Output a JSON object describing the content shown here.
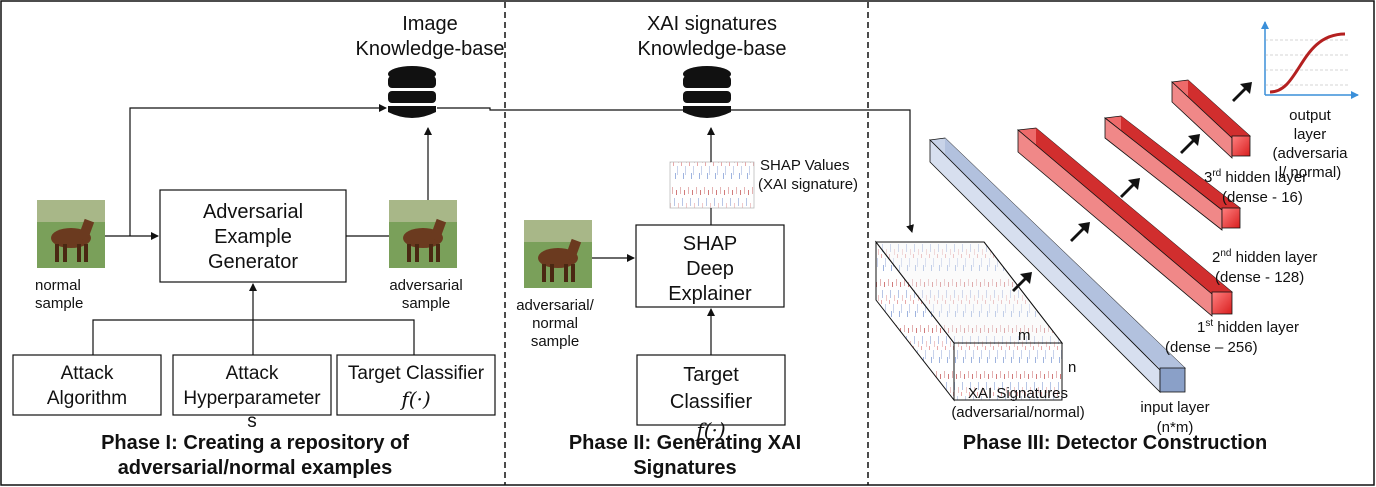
{
  "phase1": {
    "knowledge_base_title": [
      "Image",
      "Knowledge-base"
    ],
    "generator_label": [
      "Adversarial",
      "Example",
      "Generator"
    ],
    "normal_sample_label": [
      "normal",
      "sample"
    ],
    "adversarial_sample_label": [
      "adversarial",
      "sample"
    ],
    "attack_algorithm_label": [
      "Attack",
      "Algorithm"
    ],
    "attack_hyperparameters_label": [
      "Attack",
      "Hyperparameter",
      "s"
    ],
    "target_classifier_label": "Target Classifier",
    "target_classifier_math": "f(·)",
    "phase_title": [
      "Phase I: Creating a repository of",
      "adversarial/normal examples"
    ]
  },
  "phase2": {
    "knowledge_base_title": [
      "XAI signatures",
      "Knowledge-base"
    ],
    "shap_values_label": [
      "SHAP Values",
      "(XAI signature)"
    ],
    "explainer_label": [
      "SHAP",
      "Deep",
      "Explainer"
    ],
    "input_sample_label": [
      "adversarial/",
      "normal",
      "sample"
    ],
    "target_classifier_label": [
      "Target",
      "Classifier"
    ],
    "target_classifier_math": "f(·)",
    "phase_title": [
      "Phase II: Generating XAI",
      "Signatures"
    ]
  },
  "phase3": {
    "xai_signatures_label": [
      "XAI Signatures",
      "(adversarial/normal)"
    ],
    "dim_m": "m",
    "dim_n": "n",
    "input_layer_label": [
      "input layer",
      "(n*m)"
    ],
    "hidden1": {
      "ord": "1",
      "sup": "st",
      "rest": " hidden layer",
      "size": "(dense – 256)"
    },
    "hidden2": {
      "ord": "2",
      "sup": "nd",
      "rest": " hidden layer",
      "size": "(dense - 128)"
    },
    "hidden3": {
      "ord": "3",
      "sup": "rd",
      "rest": " hidden layer",
      "size": "(dense - 16)"
    },
    "output_layer_label": [
      "output",
      "layer",
      "(adversaria",
      "l/ normal)"
    ],
    "phase_title": "Phase III: Detector Construction"
  },
  "colors": {
    "input_layer": "#a9bcd8",
    "hidden_layer": "#e63333",
    "sigmoid_curve": "#b42020",
    "axis": "#3a8fd9",
    "database": "#111111"
  }
}
